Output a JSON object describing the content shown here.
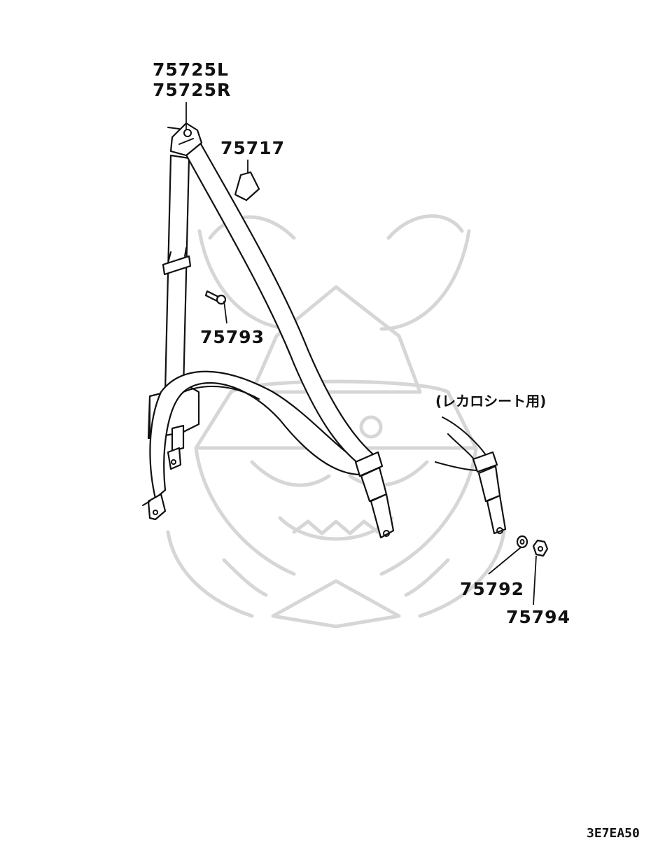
{
  "labels": {
    "anchor_left": "75725L",
    "anchor_right": "75725R",
    "cover": "75717",
    "bolt": "75793",
    "washer": "75792",
    "nut": "75794"
  },
  "note": "(レカロシート用)",
  "diagram_code": "3E7EA50",
  "colors": {
    "line": "#111111",
    "watermark": "#d6d6d6",
    "background": "#ffffff"
  }
}
